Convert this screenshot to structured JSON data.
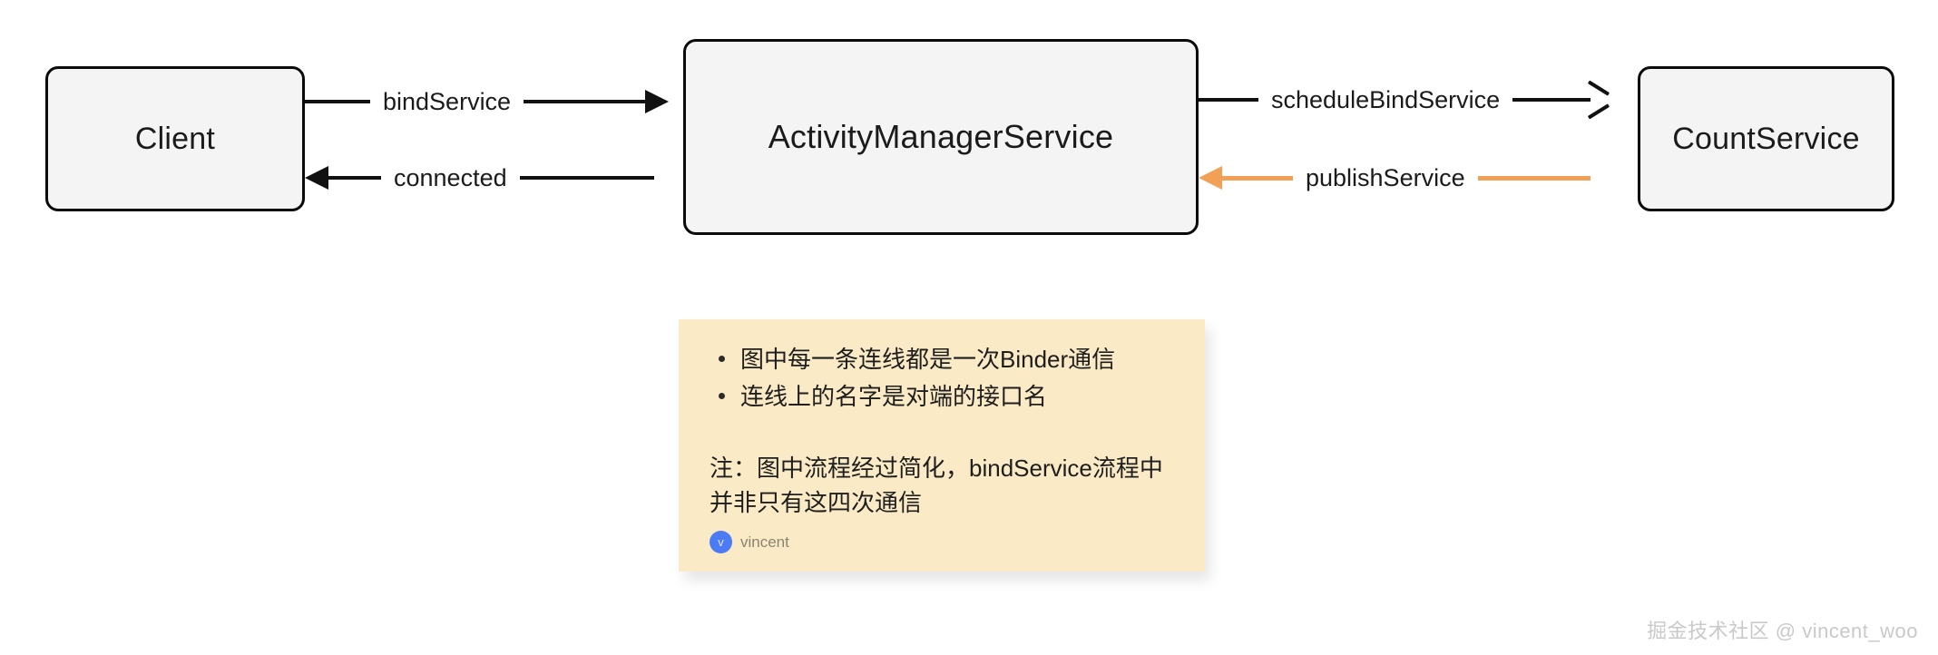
{
  "diagram": {
    "nodes": [
      {
        "id": "client",
        "label": "Client"
      },
      {
        "id": "ams",
        "label": "ActivityManagerService"
      },
      {
        "id": "countservice",
        "label": "CountService"
      }
    ],
    "edges": [
      {
        "id": "bindservice",
        "label": "bindService",
        "from": "Client",
        "to": "ActivityManagerService",
        "direction": "right",
        "color": "#111111",
        "arrowhead": "solid"
      },
      {
        "id": "connected",
        "label": "connected",
        "from": "ActivityManagerService",
        "to": "Client",
        "direction": "left",
        "color": "#111111",
        "arrowhead": "solid"
      },
      {
        "id": "schedulebindservice",
        "label": "scheduleBindService",
        "from": "ActivityManagerService",
        "to": "CountService",
        "direction": "right",
        "color": "#111111",
        "arrowhead": "open"
      },
      {
        "id": "publishservice",
        "label": "publishService",
        "from": "CountService",
        "to": "ActivityManagerService",
        "direction": "left",
        "color": "#f2a055",
        "arrowhead": "solid"
      }
    ],
    "node_fill": "#f4f4f4",
    "node_stroke": "#0b0b0b",
    "accent_color": "#f2a055"
  },
  "note": {
    "background": "#fbeac6",
    "bullets": [
      "图中每一条连线都是一次Binder通信",
      "连线上的名字是对端的接口名"
    ],
    "paragraph": "注：图中流程经过简化，bindService流程中并非只有这四次通信",
    "avatar_initial": "v",
    "author": "vincent"
  },
  "watermark": {
    "text": "掘金技术社区 @ vincent_woo"
  }
}
